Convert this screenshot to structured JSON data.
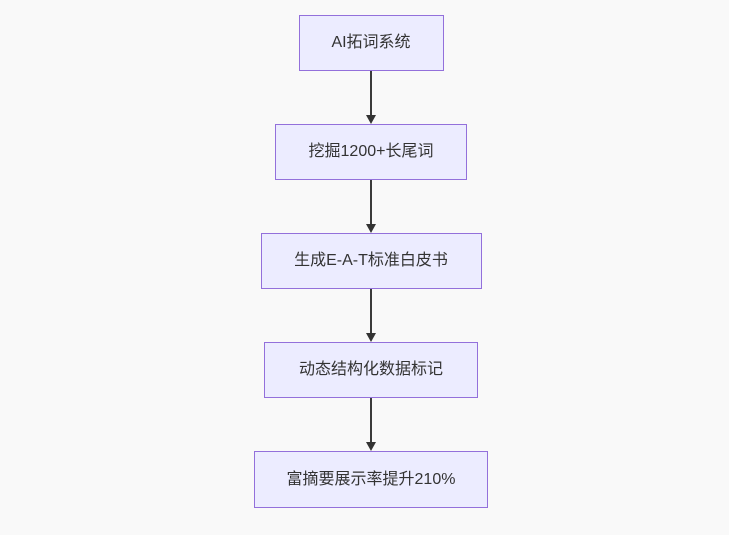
{
  "diagram": {
    "type": "flowchart",
    "direction": "top-down",
    "background_color": "#f9f9f9",
    "node_fill_color": "#ECECFF",
    "node_border_color": "#9370DB",
    "arrow_color": "#333333",
    "text_color": "#333333",
    "nodes": [
      {
        "id": "step-1",
        "label": "AI拓词系统"
      },
      {
        "id": "step-2",
        "label": "挖掘1200+长尾词"
      },
      {
        "id": "step-3",
        "label": "生成E-A-T标准白皮书"
      },
      {
        "id": "step-4",
        "label": "动态结构化数据标记"
      },
      {
        "id": "step-5",
        "label": "富摘要展示率提升210%"
      }
    ],
    "edges": [
      {
        "from": "step-1",
        "to": "step-2"
      },
      {
        "from": "step-2",
        "to": "step-3"
      },
      {
        "from": "step-3",
        "to": "step-4"
      },
      {
        "from": "step-4",
        "to": "step-5"
      }
    ]
  }
}
